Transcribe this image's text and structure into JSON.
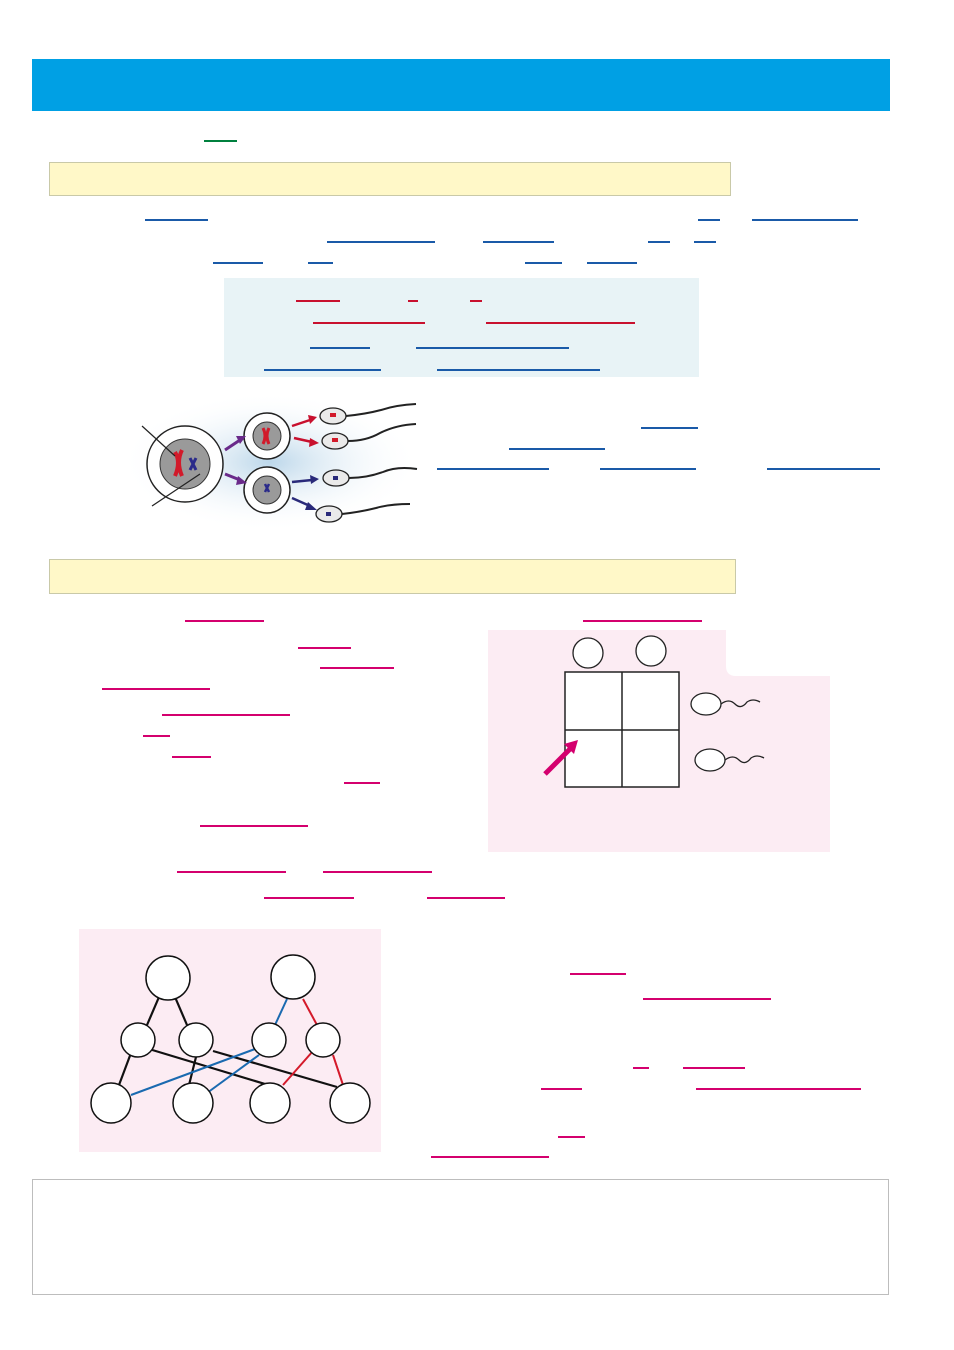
{
  "header": {
    "title": ""
  },
  "sections": [
    {
      "title": ""
    },
    {
      "title": ""
    }
  ],
  "footer": {
    "text": ""
  },
  "colors": {
    "header": "#00a0e4",
    "section_bar": "#fff8c8",
    "blank_blue": "#1a5aa8",
    "blank_red": "#c8102e",
    "blank_magenta": "#d4006e",
    "panel_blue": "#e8f3f6",
    "panel_pink": "#fcecf3"
  },
  "icons": [
    "meiosis-diagram",
    "punnett-square",
    "pedigree-chart",
    "arrow-icon",
    "sperm-icon"
  ]
}
